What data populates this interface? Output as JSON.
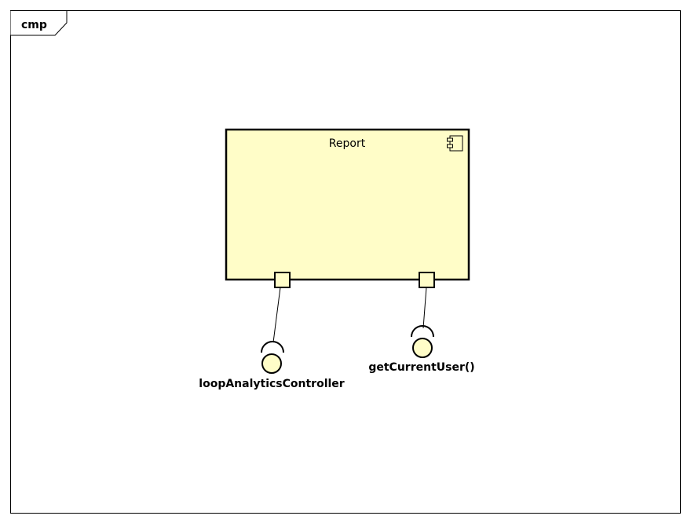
{
  "frame": {
    "label": "cmp"
  },
  "component": {
    "name": "Report",
    "icon": "component-icon",
    "fill_color": "#FFFDC8"
  },
  "interfaces": [
    {
      "label": "loopAnalyticsController",
      "icon": "required-interface-icon"
    },
    {
      "label": "getCurrentUser()",
      "icon": "required-interface-icon"
    }
  ],
  "colors": {
    "stroke": "#000000",
    "component_fill": "#FFFDC8",
    "interface_fill": "#FFFDC8",
    "port_fill": "#FFFDC8"
  }
}
